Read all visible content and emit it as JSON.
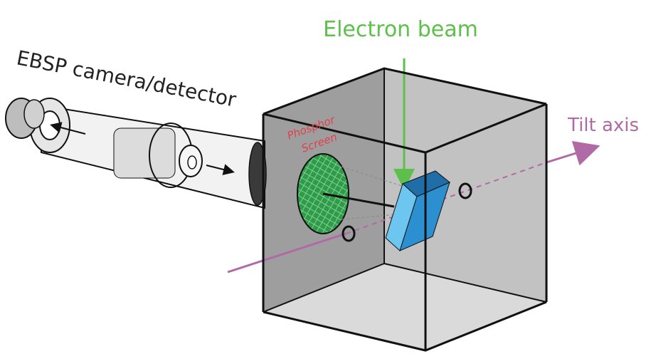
{
  "labels": {
    "electron_beam": "Electron beam",
    "ebsp_camera": "EBSP camera/detector",
    "tilt_axis": "Tilt axis",
    "phosphor_line1": "Phosphor",
    "phosphor_line2": "Screen"
  },
  "colors": {
    "electron_beam": "#5cc04a",
    "tilt_axis": "#b06aa6",
    "phosphor_text": "#e0414b",
    "phosphor_screen": "#2f9a4a",
    "sample": "#3aa6e0",
    "chamber_fill": "#cfcfcf",
    "chamber_edge": "#111111"
  }
}
